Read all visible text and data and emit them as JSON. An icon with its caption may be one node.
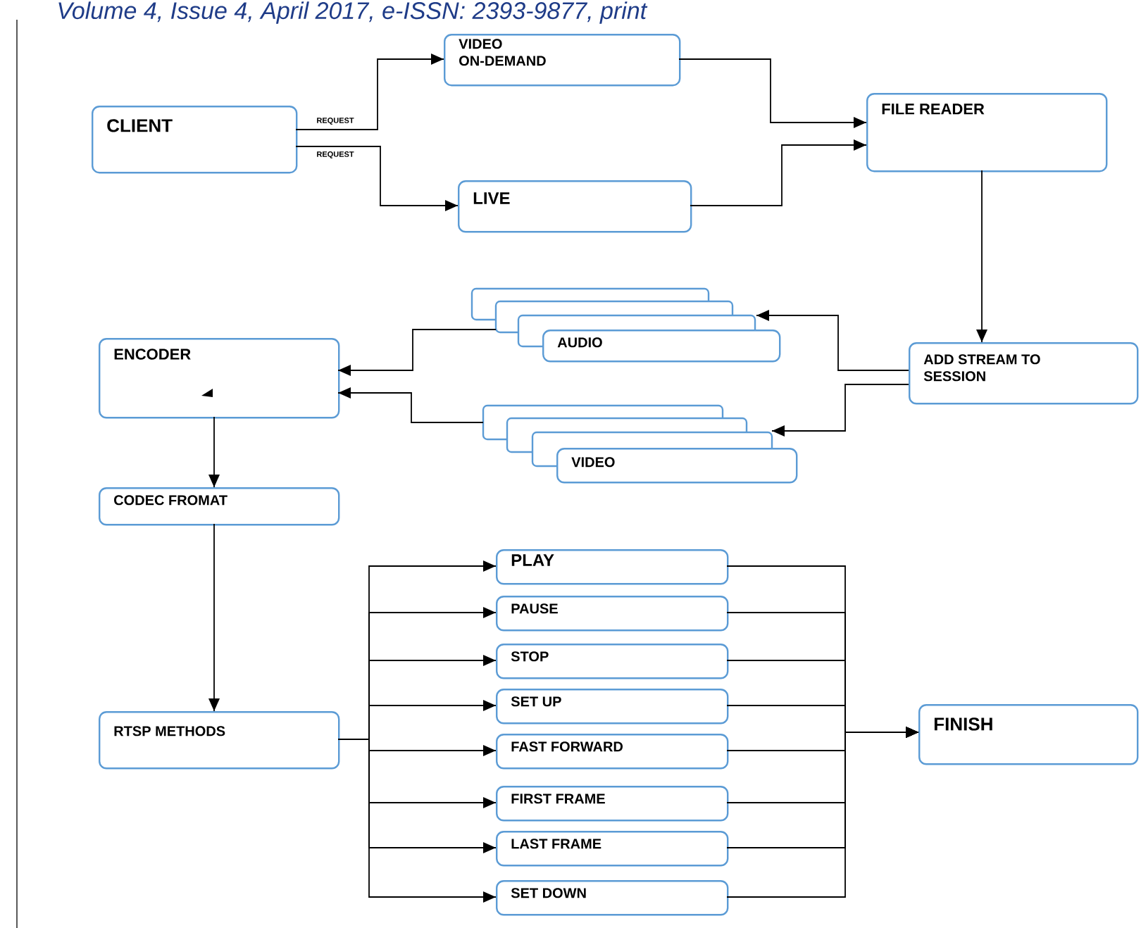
{
  "diagram": {
    "nodes": [
      {
        "text": [
          "CLIENT"
        ]
      },
      {
        "text": [
          "VIDEO ON-DEMAND"
        ]
      },
      {
        "text": [
          "LIVE"
        ]
      },
      {
        "text": [
          "FILE READER"
        ]
      },
      {
        "text": [
          "ADD STREAM TO SESSION"
        ]
      },
      {
        "text": [
          "AUDIO"
        ]
      },
      {
        "text": [
          "VIDEO"
        ]
      },
      {
        "text": [
          "ENCODER"
        ]
      },
      {
        "text": [
          "CODEC FROMAT"
        ]
      },
      {
        "text": [
          "RTSP METHODS"
        ]
      },
      {
        "text": [
          "PLAY"
        ]
      },
      {
        "text": [
          "PAUSE"
        ]
      },
      {
        "text": [
          "STOP"
        ]
      },
      {
        "text": [
          "SET UP"
        ]
      },
      {
        "text": [
          "FAST FORWARD"
        ]
      },
      {
        "text": [
          "FIRST FRAME"
        ]
      },
      {
        "text": [
          "LAST FRAME"
        ]
      },
      {
        "text": [
          "SET DOWN"
        ]
      },
      {
        "text": [
          "FINISH"
        ]
      }
    ],
    "edges": [
      {
        "from": 0,
        "to": 1,
        "arrow": "to",
        "label": "REQUEST"
      },
      {
        "from": 0,
        "to": 2,
        "arrow": "to",
        "label": "REQUEST"
      },
      {
        "from": 1,
        "to": 3,
        "arrow": "to"
      },
      {
        "from": 2,
        "to": 3,
        "arrow": "to"
      },
      {
        "from": 3,
        "to": 4,
        "arrow": "to"
      },
      {
        "from": 4,
        "to": 5,
        "arrow": "to"
      },
      {
        "from": 4,
        "to": 6,
        "arrow": "to"
      },
      {
        "from": 5,
        "to": 7,
        "arrow": "to"
      },
      {
        "from": 6,
        "to": 7,
        "arrow": "to"
      },
      {
        "from": 7,
        "to": 8,
        "arrow": "to"
      },
      {
        "from": 8,
        "to": 9,
        "arrow": "to"
      },
      {
        "from": 9,
        "to": 10,
        "arrow": "to"
      },
      {
        "from": 9,
        "to": 11,
        "arrow": "to"
      },
      {
        "from": 9,
        "to": 12,
        "arrow": "to"
      },
      {
        "from": 9,
        "to": 13,
        "arrow": "to"
      },
      {
        "from": 9,
        "to": 14,
        "arrow": "to"
      },
      {
        "from": 9,
        "to": 15,
        "arrow": "to"
      },
      {
        "from": 9,
        "to": 16,
        "arrow": "to"
      },
      {
        "from": 9,
        "to": 17,
        "arrow": "to"
      },
      {
        "from": 10,
        "to": 18,
        "arrow": "to"
      },
      {
        "from": 11,
        "to": 18,
        "arrow": "to"
      },
      {
        "from": 12,
        "to": 18,
        "arrow": "to"
      },
      {
        "from": 13,
        "to": 18,
        "arrow": "to"
      },
      {
        "from": 14,
        "to": 18,
        "arrow": "to"
      },
      {
        "from": 15,
        "to": 18,
        "arrow": "to"
      },
      {
        "from": 16,
        "to": 18,
        "arrow": "to"
      },
      {
        "from": 17,
        "to": 18,
        "arrow": "to"
      }
    ],
    "labels": [
      "Volume 4, Issue 4, April 2017, e-ISSN: 2393-9877, print"
    ]
  }
}
